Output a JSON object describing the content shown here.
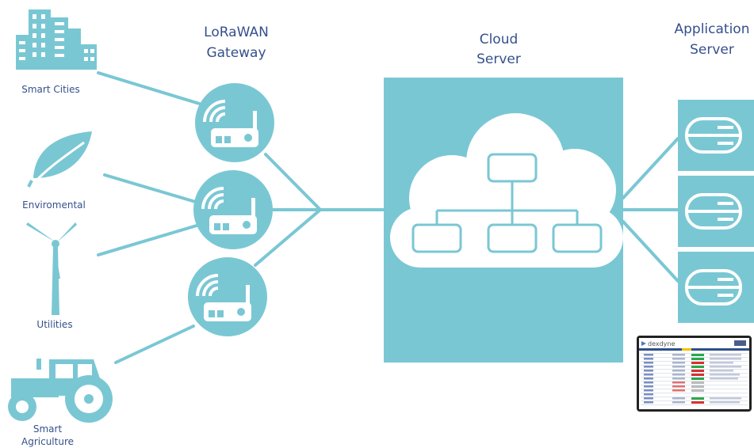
{
  "colors": {
    "accent": "#7ac7d4",
    "label_text": "#35508c",
    "icon_fill": "#ffffff"
  },
  "sources": [
    {
      "label": "Smart Cities",
      "icon": "city-buildings-icon"
    },
    {
      "label": "Enviromental",
      "icon": "leaf-icon"
    },
    {
      "label": "Utilities",
      "icon": "wind-turbine-icon"
    },
    {
      "label_line1": "Smart",
      "label_line2": "Agriculture",
      "icon": "tractor-icon"
    }
  ],
  "gateway": {
    "title_line1": "LoRaWAN",
    "title_line2": "Gateway",
    "icon": "wifi-router-icon",
    "count": 3
  },
  "cloud": {
    "title_line1": "Cloud",
    "title_line2": "Server",
    "icon": "cloud-hierarchy-icon"
  },
  "application": {
    "title_line1": "Application",
    "title_line2": "Server",
    "icon": "server-drive-icon",
    "count": 3
  },
  "dashboard": {
    "brand": "dexdyne",
    "icon": "dashboard-screenshot-icon"
  }
}
